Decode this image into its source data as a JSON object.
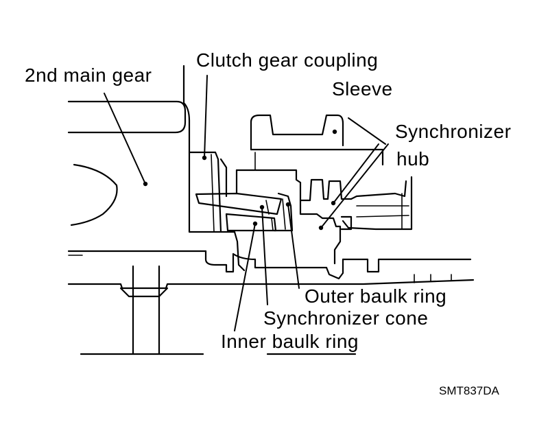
{
  "diagram": {
    "labels": {
      "main_gear": "2nd main gear",
      "clutch_coupling": "Clutch gear coupling",
      "sleeve": "Sleeve",
      "synchronizer_hub_line1": "Synchronizer",
      "synchronizer_hub_line2": "hub",
      "outer_baulk_ring": "Outer baulk ring",
      "synchronizer_cone": "Synchronizer cone",
      "inner_baulk_ring": "Inner baulk ring"
    },
    "figure_code": "SMT837DA"
  }
}
